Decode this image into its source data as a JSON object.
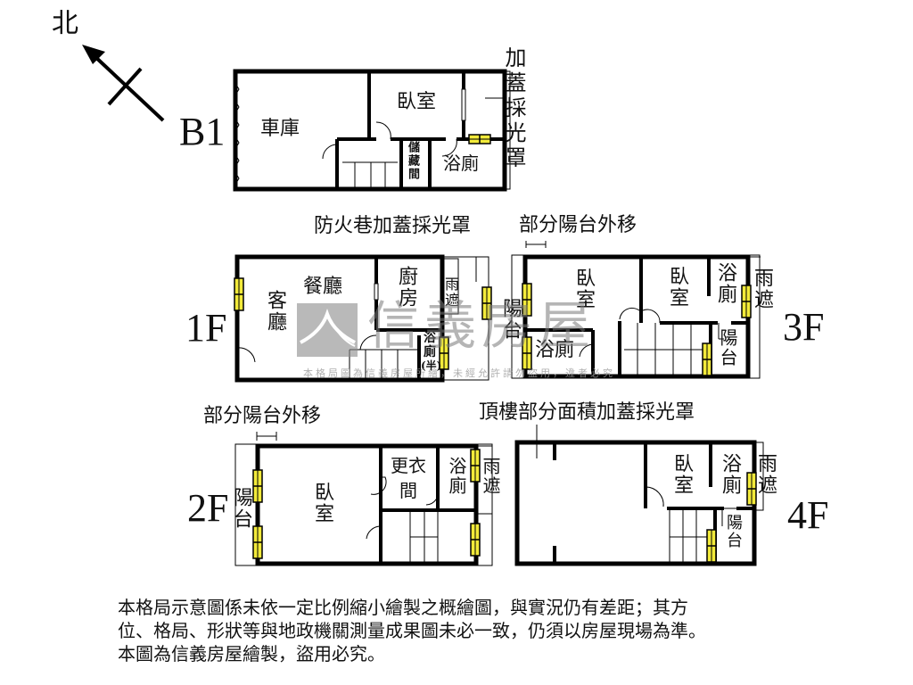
{
  "compass": {
    "label": "北",
    "icon": "north-arrow-icon"
  },
  "floors": {
    "b1": {
      "label": "B1",
      "rooms": {
        "garage": "車庫",
        "bedroom": "臥室",
        "storage": "儲藏間",
        "bathroom": "浴廁"
      },
      "annotation": "加蓋採光罩"
    },
    "f1": {
      "label": "1F",
      "rooms": {
        "living": "客廳",
        "dining": "餐廳",
        "kitchen": "廚房",
        "canopy": "雨遮",
        "half_bath": "浴廁(半)",
        "half_bath_line1": "浴",
        "half_bath_line2": "廁",
        "half_bath_line3": "(半)"
      },
      "annotation": "防火巷加蓋採光罩"
    },
    "f2": {
      "label": "2F",
      "rooms": {
        "balcony": "陽台",
        "bedroom": "臥室",
        "closet": "更衣間",
        "closet_line1": "更衣",
        "closet_line2": "間",
        "bathroom": "浴廁",
        "canopy": "雨遮"
      },
      "annotation": "部分陽台外移"
    },
    "f3": {
      "label": "3F",
      "rooms": {
        "balcony_front": "陽台",
        "bedroom_1": "臥室",
        "bathroom_1": "浴廁",
        "bedroom_2": "臥室",
        "bathroom_2": "浴廁",
        "canopy": "雨遮",
        "balcony_rear": "陽台"
      },
      "annotation": "部分陽台外移"
    },
    "f4": {
      "label": "4F",
      "rooms": {
        "bedroom": "臥室",
        "bathroom": "浴廁",
        "canopy": "雨遮",
        "balcony": "陽台"
      },
      "annotation": "頂樓部分面積加蓋採光罩"
    }
  },
  "watermark": {
    "brand": "信義房屋",
    "notice": "本格局圖為信義房屋所繪，未經允許請勿盜用，違者必究"
  },
  "disclaimer": {
    "line1": "本格局示意圖係未依一定比例縮小繪製之概繪圖，與實況仍有差距；其方",
    "line2": "位、格局、形狀等與地政機關測量成果圖未必一致，仍須以房屋現場為準。",
    "line3": "本圖為信義房屋繪製，盜用必究。"
  },
  "colors": {
    "wall": "#000000",
    "window_fill": "#f2ea3a",
    "watermark_gray": "#8c8c8c"
  }
}
